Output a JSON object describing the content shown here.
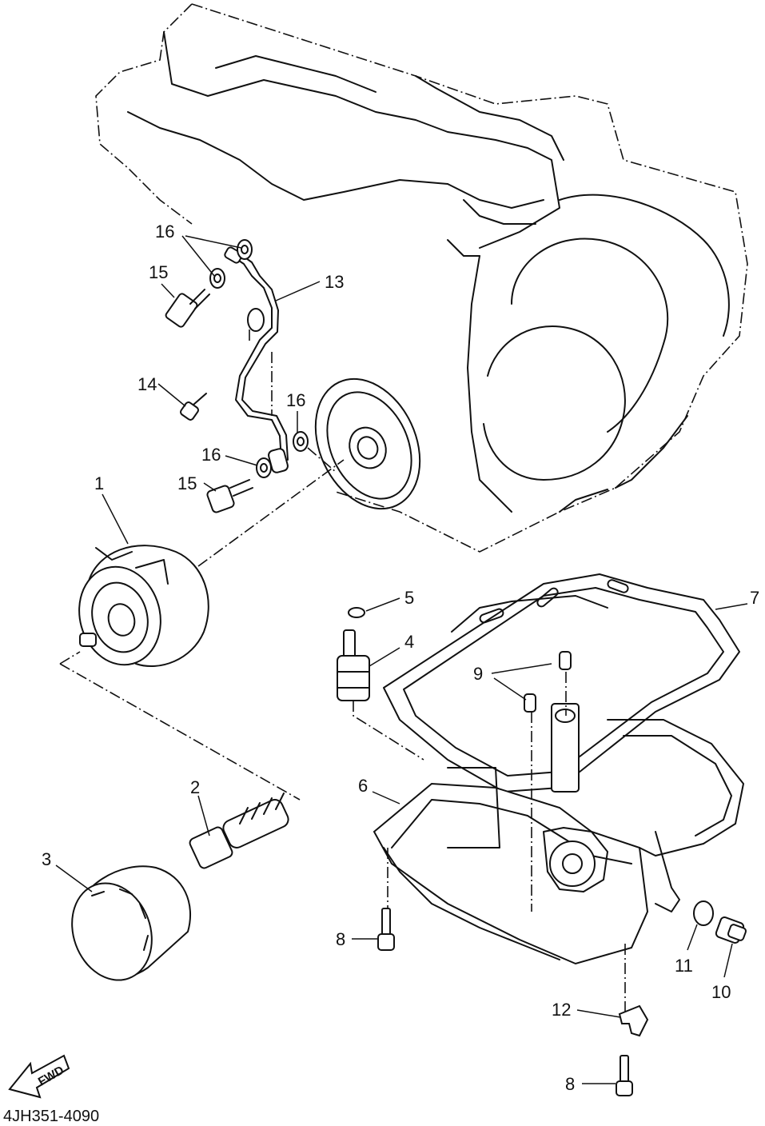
{
  "diagram": {
    "code": "4JH351-4090",
    "direction_label": "FWD",
    "callouts": [
      "1",
      "2",
      "3",
      "4",
      "5",
      "6",
      "7",
      "8",
      "8",
      "9",
      "10",
      "11",
      "12",
      "13",
      "14",
      "15",
      "15",
      "16",
      "16",
      "16"
    ]
  }
}
